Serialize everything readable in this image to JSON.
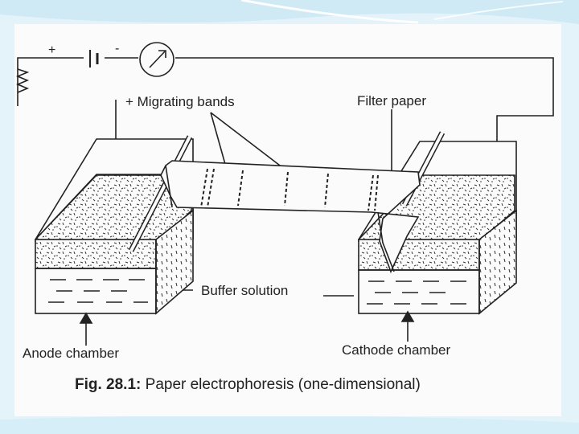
{
  "diagram": {
    "battery": {
      "plus": "+",
      "minus": "-"
    },
    "labels": {
      "migrating_bands": "+ Migrating  bands",
      "filter_paper": "Filter paper",
      "buffer_solution": "Buffer solution",
      "anode_chamber": "Anode chamber",
      "cathode_chamber": "Cathode  chamber"
    },
    "caption": {
      "fig_number": "Fig. 28.1:",
      "text": "Paper electrophoresis  (one-dimensional)"
    }
  },
  "colors": {
    "slide_background": "#dff0f8",
    "paper": "#fbfbfb",
    "line_art": "#222222"
  }
}
